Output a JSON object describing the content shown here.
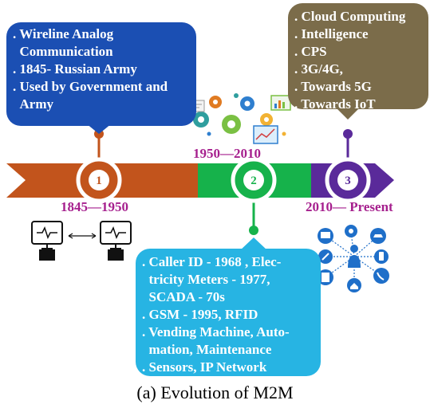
{
  "colors": {
    "era1": "#c2541c",
    "era2": "#16b24b",
    "era3": "#5a2a9a",
    "bubble1": "#1b4fb3",
    "bubble2": "#27b4e3",
    "bubble3": "#7b6c4a",
    "year_text": "#a6208e"
  },
  "eras": [
    {
      "number": "1",
      "years": "1845—1950",
      "items": [
        "Wireline Analog",
        "Communication",
        "1845- Russian Army",
        "Used by Government and",
        "Army"
      ],
      "bullets": [
        true,
        false,
        true,
        true,
        false
      ]
    },
    {
      "number": "2",
      "years": "1950—2010",
      "items": [
        "Caller ID - 1968 , Elec-",
        "tricity Meters - 1977,",
        "SCADA - 70s",
        "GSM - 1995, RFID",
        "Vending Machine, Auto-",
        "mation, Maintenance",
        "Sensors, IP Network"
      ],
      "bullets": [
        true,
        false,
        false,
        true,
        true,
        false,
        true
      ]
    },
    {
      "number": "3",
      "years": "2010— Present",
      "items": [
        "Cloud Computing",
        "Intelligence",
        "CPS",
        "3G/4G,",
        "Towards 5G",
        "Towards IoT"
      ],
      "bullets": [
        true,
        true,
        true,
        true,
        true,
        true
      ]
    }
  ],
  "icons": {
    "era1": "two-computer-monitors-icon",
    "era2": "gears-analytics-icon",
    "era3": "connected-person-devices-icon"
  },
  "caption": "(a) Evolution of M2M"
}
